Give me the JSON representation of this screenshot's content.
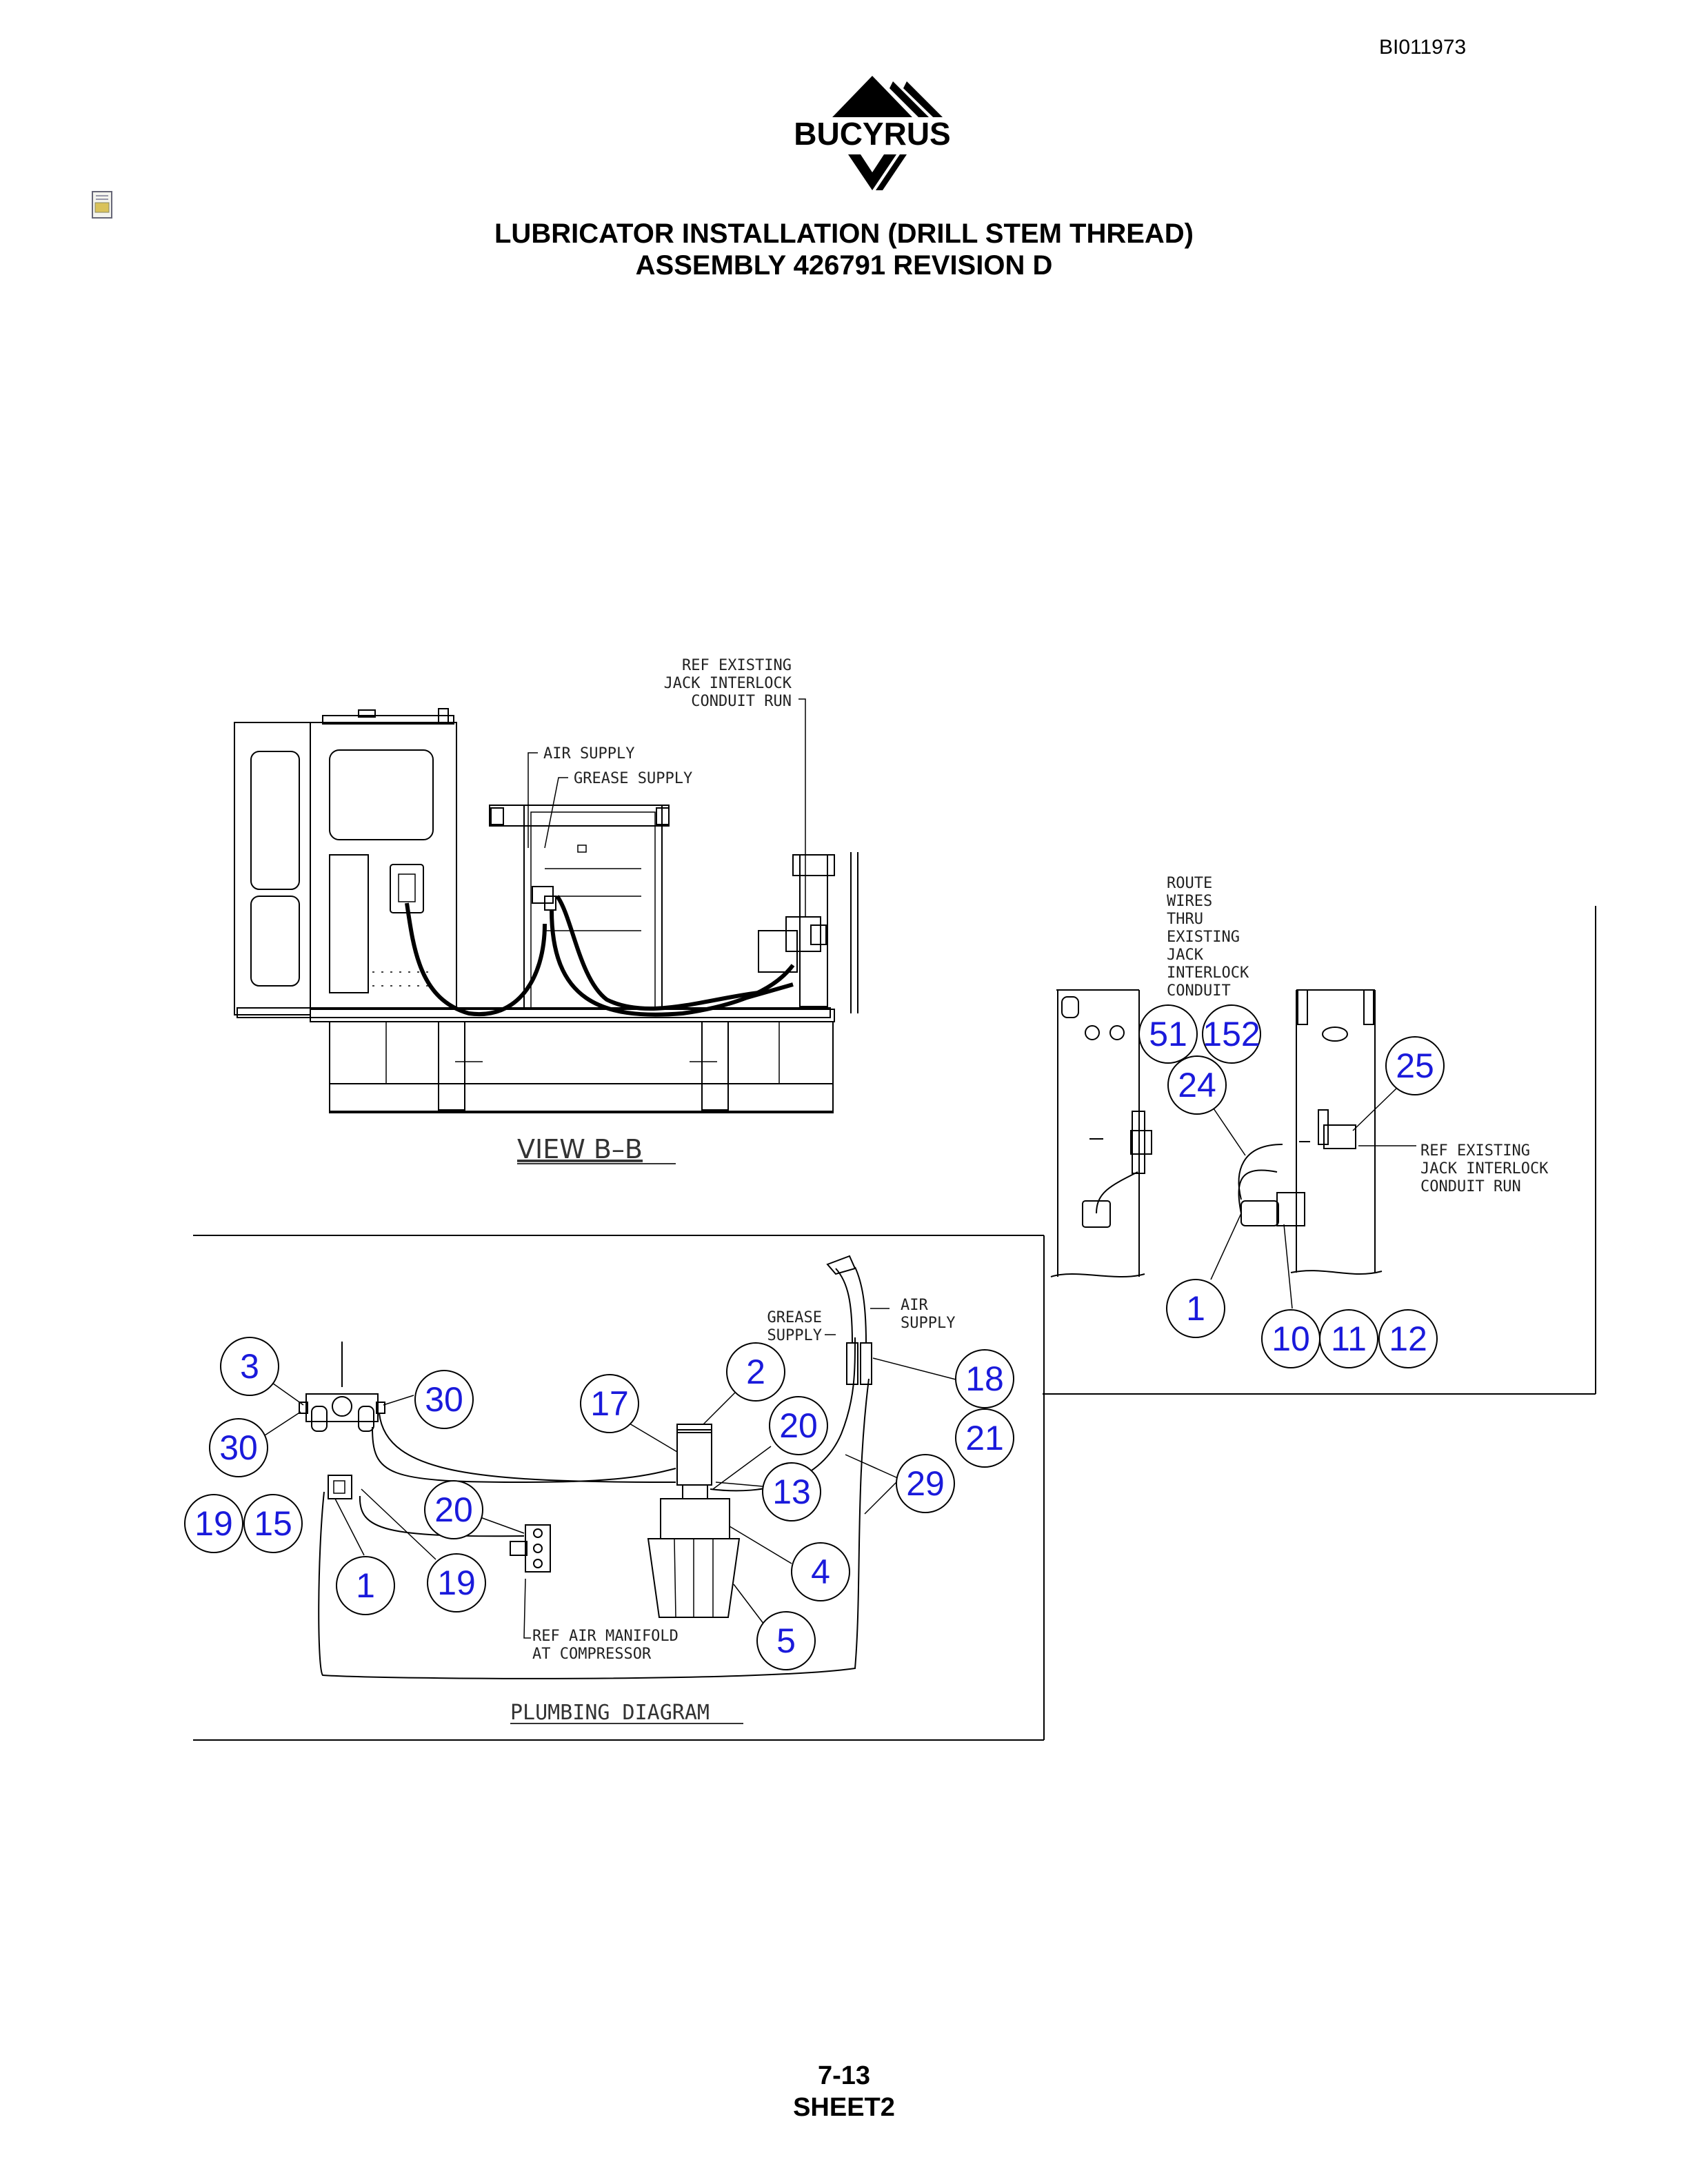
{
  "document_id": "BI011973",
  "logo_text": "BUCYRUS",
  "title_line1": "LUBRICATOR INSTALLATION (DRILL STEM THREAD)",
  "title_line2": "ASSEMBLY 426791 REVISION D",
  "view_bb": {
    "title": "VIEW B–B",
    "callouts": {
      "ref_line1": "REF EXISTING",
      "ref_line2": "JACK INTERLOCK",
      "ref_line3": "CONDUIT RUN",
      "air_supply": "AIR SUPPLY",
      "grease_supply": "GREASE SUPPLY"
    }
  },
  "detail_view": {
    "route_lines": [
      "ROUTE",
      "WIRES",
      "THRU",
      "EXISTING",
      "JACK",
      "INTERLOCK",
      "CONDUIT"
    ],
    "ref_line1": "REF EXISTING",
    "ref_line2": "JACK INTERLOCK",
    "ref_line3": "CONDUIT RUN",
    "balloons": [
      "51",
      "152",
      "24",
      "25",
      "1",
      "10",
      "11",
      "12"
    ]
  },
  "plumbing": {
    "title": "PLUMBING DIAGRAM",
    "grease_line1": "GREASE",
    "grease_line2": "SUPPLY",
    "air_line1": "AIR",
    "air_line2": "SUPPLY",
    "ref_line1": "REF AIR MANIFOLD",
    "ref_line2": "AT COMPRESSOR",
    "balloons": [
      "3",
      "30",
      "30",
      "19",
      "15",
      "1",
      "20",
      "19",
      "17",
      "2",
      "20",
      "13",
      "4",
      "5",
      "18",
      "21",
      "29"
    ]
  },
  "footer_line1": "7-13",
  "footer_line2": "SHEET2"
}
